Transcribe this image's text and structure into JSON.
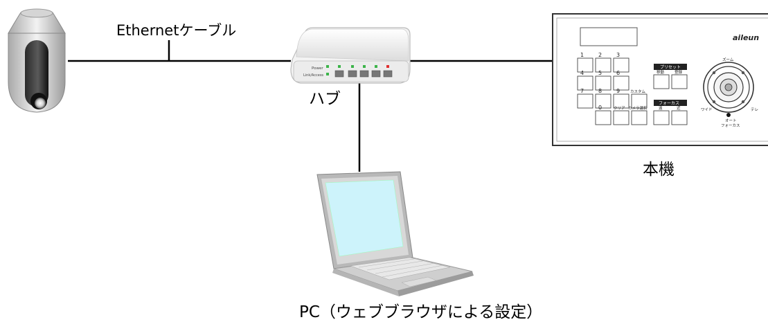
{
  "labels": {
    "cable": "Ethernetケーブル",
    "hub": "ハブ",
    "device": "本機",
    "pc": "PC（ウェブブラウザによる設定）"
  },
  "hub_panel": {
    "power": "Power",
    "link": "Link/Access"
  },
  "keyboard": {
    "brand": "aileun",
    "keys_row1": [
      "1",
      "2",
      "3"
    ],
    "keys_row2": [
      "4",
      "5",
      "6"
    ],
    "keys_row3": [
      "7",
      "8",
      "9"
    ],
    "key_0": "0",
    "custom": "カスタム",
    "clear": "クリア",
    "camera_select": "カメラ選択",
    "preset_title": "プリセット",
    "preset_move": "移動",
    "preset_register": "登録",
    "focus_title": "フォーカス",
    "focus_near": "遠",
    "focus_far": "近",
    "zoom": "ズーム",
    "wide": "ワイド",
    "tele": "テレ",
    "auto": "オート",
    "auto_focus": "フォーカス"
  },
  "colors": {
    "line": "#000000",
    "led_green": "#3cb44a",
    "led_red": "#e03030",
    "screen": "#cdf3fb"
  }
}
